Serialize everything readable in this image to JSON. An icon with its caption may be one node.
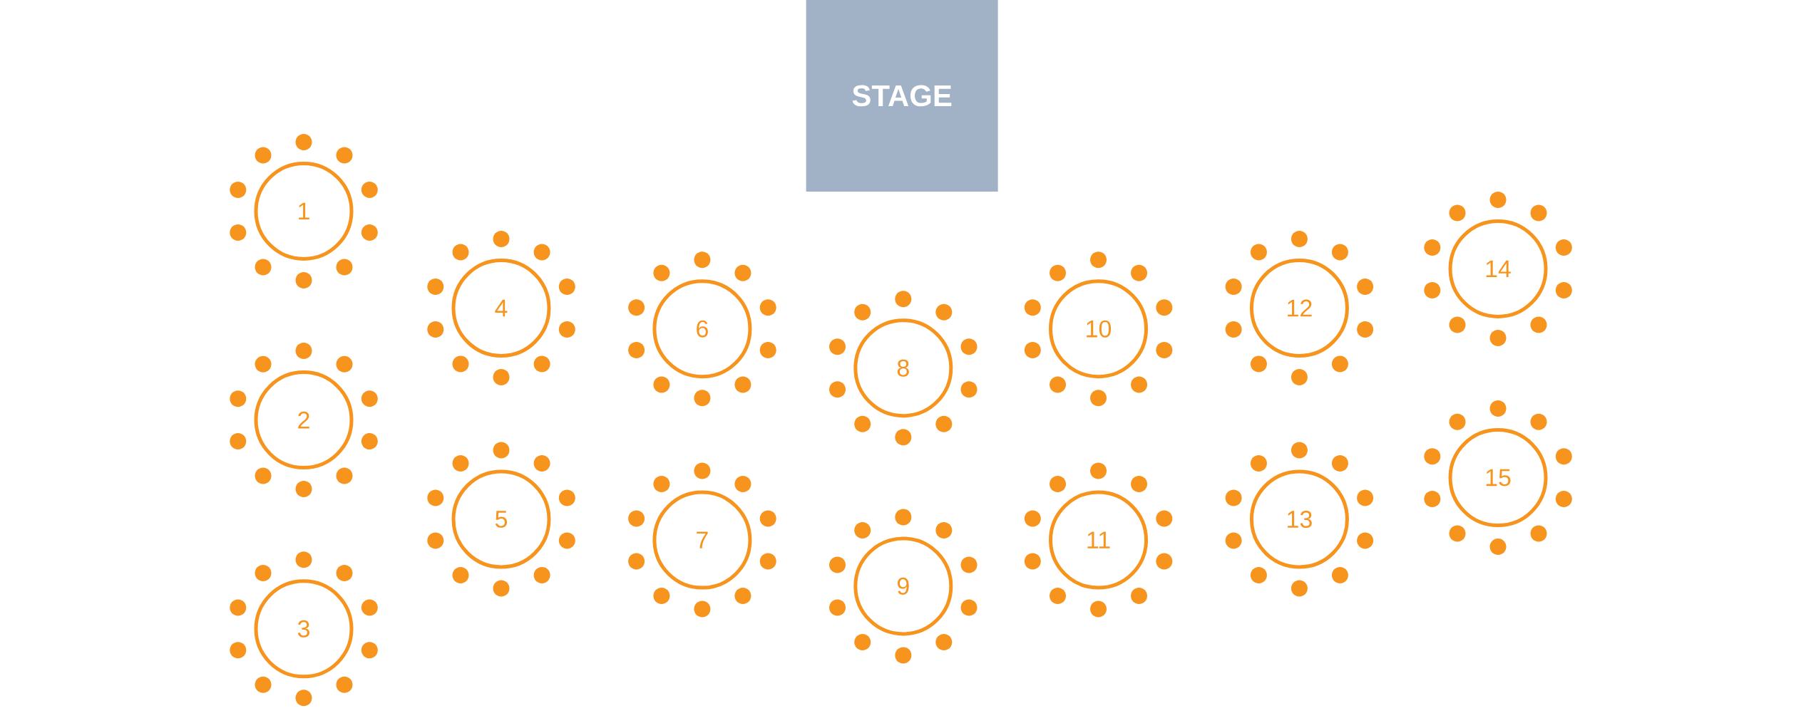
{
  "diagram": {
    "nodes": [
      {
        "text": [
          "STAGE"
        ]
      },
      {
        "text": [
          "1"
        ]
      },
      {
        "text": [
          "2"
        ]
      },
      {
        "text": [
          "3"
        ]
      },
      {
        "text": [
          "4"
        ]
      },
      {
        "text": [
          "5"
        ]
      },
      {
        "text": [
          "6"
        ]
      },
      {
        "text": [
          "7"
        ]
      },
      {
        "text": [
          "8"
        ]
      },
      {
        "text": [
          "9"
        ]
      },
      {
        "text": [
          "10"
        ]
      },
      {
        "text": [
          "11"
        ]
      },
      {
        "text": [
          "12"
        ]
      },
      {
        "text": [
          "13"
        ]
      },
      {
        "text": [
          "14"
        ]
      },
      {
        "text": [
          "15"
        ]
      }
    ]
  }
}
